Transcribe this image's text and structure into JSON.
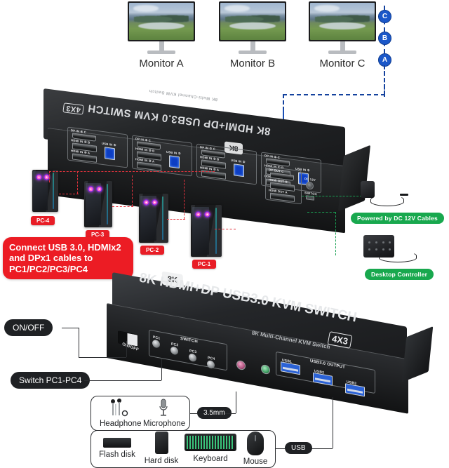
{
  "monitors": [
    {
      "label": "Monitor A",
      "name": "monitor-a"
    },
    {
      "label": "Monitor B",
      "name": "monitor-b"
    },
    {
      "label": "Monitor C",
      "name": "monitor-c"
    }
  ],
  "output_markers": [
    {
      "label": "C"
    },
    {
      "label": "B"
    },
    {
      "label": "A"
    }
  ],
  "top_device": {
    "brand_line": "8K HDMI+DP USB3.0 KVM SWITCH",
    "model_box": "4X3",
    "sub_line": "8K Multi-Channel KVM Switch",
    "input_groups": [
      {
        "name": "input-group-4",
        "ports": [
          "DP IN ④ C",
          "HDMI IN ④ B",
          "HDMI IN ④ A"
        ],
        "usb_label": "USB IN ④"
      },
      {
        "name": "input-group-3",
        "ports": [
          "DP IN ③ C",
          "HDMI IN ③ B",
          "HDMI IN ③ A"
        ],
        "usb_label": "USB IN ③"
      },
      {
        "name": "input-group-2",
        "ports": [
          "DP IN ② C",
          "HDMI IN ② B",
          "HDMI IN ② A"
        ],
        "usb_label": "USB IN ②"
      },
      {
        "name": "input-group-1",
        "ports": [
          "DP IN ① C",
          "HDMI IN ① B",
          "HDMI IN ① A"
        ],
        "usb_label": "USB IN ①"
      }
    ],
    "output_group": {
      "name": "output-group",
      "ports": [
        "DP OUT C",
        "HDMI OUT B",
        "HDMI OUT A"
      ]
    },
    "power_label": "DC 12V",
    "switch_port_label": "SWITCH"
  },
  "pcs": [
    {
      "label": "PC-4"
    },
    {
      "label": "PC-3"
    },
    {
      "label": "PC-2"
    },
    {
      "label": "PC-1"
    }
  ],
  "callout": {
    "text": "Connect USB 3.0, HDMIx2 and DPx1 cables to PC1/PC2/PC3/PC4"
  },
  "green_badges": [
    {
      "label": "Powered by DC 12V Cables",
      "name": "powered-by-dc12v-badge"
    },
    {
      "label": "Desktop Controller",
      "name": "desktop-controller-badge"
    }
  ],
  "bottom_device": {
    "badge_8k": "8K",
    "brand_line": "8K HDMI+DP USB3.0 KVM SWITCH",
    "model_box": "4X3",
    "sub_line": "8K Multi-Channel KVM Switch",
    "onoff_label": "ON/OFF",
    "switch_group_label": "SWITCH",
    "switch_buttons": [
      "PC1",
      "PC2",
      "PC3",
      "PC4"
    ],
    "usb_group_label": "USB3.0 OUTPUT",
    "usb_ports": [
      "USB1",
      "USB2",
      "USB3"
    ]
  },
  "annotations": [
    {
      "label": "ON/OFF",
      "name": "annotation-onoff"
    },
    {
      "label": "Switch PC1-PC4",
      "name": "annotation-switch-pc"
    },
    {
      "label": "3.5mm",
      "name": "annotation-35mm"
    },
    {
      "label": "USB",
      "name": "annotation-usb"
    }
  ],
  "audio_box": {
    "items": [
      {
        "label": "Headphone",
        "name": "headphone-item"
      },
      {
        "label": "Microphone",
        "name": "microphone-item"
      }
    ]
  },
  "usb_box": {
    "items": [
      {
        "label": "Flash disk",
        "name": "flash-disk-item"
      },
      {
        "label": "Hard disk",
        "name": "hard-disk-item"
      },
      {
        "label": "Keyboard",
        "name": "keyboard-item"
      },
      {
        "label": "Mouse",
        "name": "mouse-item"
      }
    ]
  },
  "colors": {
    "red": "#ec1c24",
    "green": "#18a84e",
    "blue": "#1a57c9",
    "dark": "#1f2124"
  }
}
